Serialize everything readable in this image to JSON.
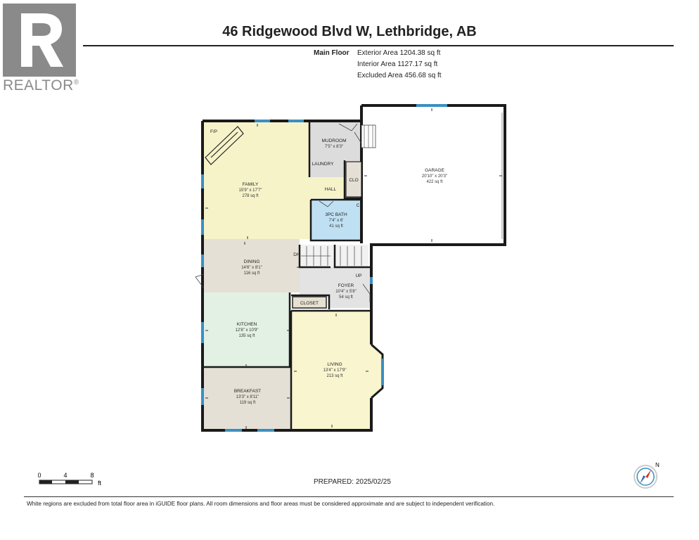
{
  "brand": {
    "logo_text": "REALTOR",
    "registered": "®"
  },
  "title": "46 Ridgewood Blvd W, Lethbridge, AB",
  "floor": {
    "label": "Main Floor",
    "exterior": "Exterior Area 1204.38 sq ft",
    "interior": "Interior Area 1127.17 sq ft",
    "excluded": "Excluded Area 456.68 sq ft"
  },
  "rooms": {
    "family": {
      "name": "FAMILY",
      "dim": "15'9\" x 17'7\"",
      "area": "278 sq ft"
    },
    "fp": "F/P",
    "mudroom": {
      "name": "MUDROOM",
      "dim": "7'5\" x 8'3\""
    },
    "laundry": "LAUNDRY",
    "hall": "HALL",
    "clo": "CLO",
    "c": "C",
    "bath": {
      "name": "3PC BATH",
      "dim": "7'4\" x 6'",
      "area": "41 sq ft"
    },
    "garage": {
      "name": "GARAGE",
      "dim": "20'10\" x 20'3\"",
      "area": "422 sq ft"
    },
    "dining": {
      "name": "DINING",
      "dim": "14'6\" x 8'1\"",
      "area": "116 sq ft"
    },
    "dn": "DN",
    "up": "UP",
    "foyer": {
      "name": "FOYER",
      "dim": "10'4\" x 5'8\"",
      "area": "54 sq ft"
    },
    "closet": "CLOSET",
    "kitchen": {
      "name": "KITCHEN",
      "dim": "12'8\" x 10'9\"",
      "area": "135 sq ft"
    },
    "living": {
      "name": "LIVING",
      "dim": "13'4\" x 17'9\"",
      "area": "213 sq ft"
    },
    "breakfast": {
      "name": "BREAKFAST",
      "dim": "13'3\" x 8'11\"",
      "area": "119 sq ft"
    }
  },
  "scale": {
    "t0": "0",
    "t4": "4",
    "t8": "8",
    "unit": "ft"
  },
  "compass_label": "N",
  "prepared": "PREPARED: 2025/02/25",
  "disclaimer": "White regions are excluded from total floor area in iGUIDE floor plans. All room dimensions and floor areas must be considered approximate and are subject to independent verification.",
  "colors": {
    "family": "#f6f3c9",
    "mudroom": "#dcdcdc",
    "bath": "#bfe0f3",
    "dining": "#e5e0d5",
    "foyer": "#e3e3e3",
    "kitchen": "#e2f1e3",
    "living": "#f8f5cf",
    "breakfast": "#e5e0d5",
    "wall": "#1a1a1a",
    "window": "#3a8fc2"
  }
}
